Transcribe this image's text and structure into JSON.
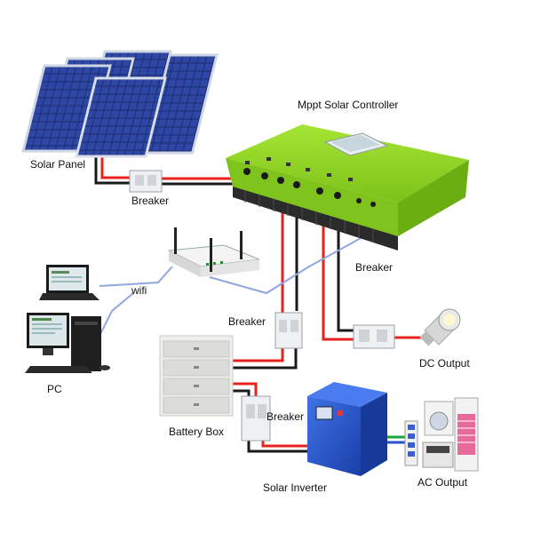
{
  "labels": {
    "controller": "Mppt Solar Controller",
    "solar_panel": "Solar Panel",
    "breaker_top": "Breaker",
    "breaker_right": "Breaker",
    "breaker_middle": "Breaker",
    "breaker_bottom": "Breaker",
    "wifi": "wifi",
    "pc": "PC",
    "battery_box": "Battery Box",
    "dc_output": "DC Output",
    "solar_inverter": "Solar Inverter",
    "ac_output": "AC Output"
  },
  "colors": {
    "positive_wire": "#e8231e",
    "negative_wire": "#1a1a1a",
    "signal_wire": "#8fa6e0",
    "ac_wire_a": "#1aa43a",
    "ac_wire_b": "#2a52c8",
    "controller_body": "#8fd31f",
    "inverter_body": "#1f4fc9"
  },
  "icons": {
    "solar_panel": "solar-panel-icon",
    "controller": "charge-controller-icon",
    "router": "wifi-router-icon",
    "laptop": "laptop-icon",
    "pc": "desktop-pc-icon",
    "battery": "battery-cabinet-icon",
    "bulb": "led-bulb-icon",
    "inverter": "inverter-icon",
    "appliances": "home-appliances-icon",
    "breaker": "circuit-breaker-icon"
  }
}
